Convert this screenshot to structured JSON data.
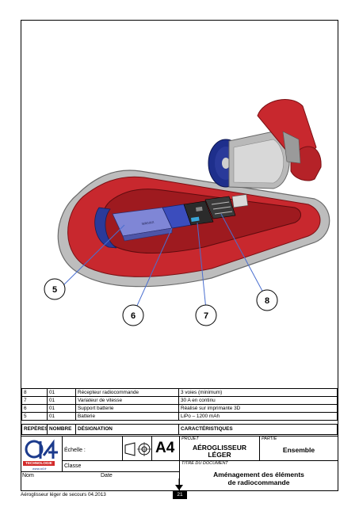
{
  "parts": {
    "rows": [
      {
        "rep": "8",
        "nb": "01",
        "designation": "Récepteur radiocommande",
        "caracteristiques": "3 voies (minimum)"
      },
      {
        "rep": "7",
        "nb": "01",
        "designation": "Variateur de vitesse",
        "caracteristiques": "30 A en continu"
      },
      {
        "rep": "6",
        "nb": "01",
        "designation": "Support batterie",
        "caracteristiques": "Réalisé sur imprimante 3D"
      },
      {
        "rep": "5",
        "nb": "01",
        "designation": "Batterie",
        "caracteristiques": "LiPo – 1200 mAh"
      }
    ],
    "headers": {
      "rep": "REPÈRES",
      "nb": "NOMBRE",
      "designation": "DÉSIGNATION",
      "caracteristiques": "CARACTÉRISTIQUES"
    }
  },
  "callouts": [
    "5",
    "6",
    "7",
    "8"
  ],
  "cartouche": {
    "logo_text": "TECHNOLOGIE",
    "logo_url": "www.a4.fr",
    "echelle_label": "Échelle :",
    "classe_label": "Classe",
    "nom_label": "Nom",
    "date_label": "Date",
    "format": "A4",
    "projet_label": "PROJET",
    "projet_line1": "AÉROGLISSEUR",
    "projet_line2": "LÉGER",
    "partie_label": "PARTIE",
    "partie_value": "Ensemble",
    "titre_label": "TITRE DU DOCUMENT",
    "titre_line1": "Aménagement des éléments",
    "titre_line2": "de radiocommande"
  },
  "footer": {
    "source": "Aéroglisseur léger de secours 04.2013",
    "page": "21"
  },
  "colors": {
    "hull_red": "#c8282e",
    "skirt_grey": "#9a9a9a",
    "blue": "#2a3a9a",
    "logo_blue": "#1b3a8c",
    "logo_red": "#d22a2a"
  }
}
